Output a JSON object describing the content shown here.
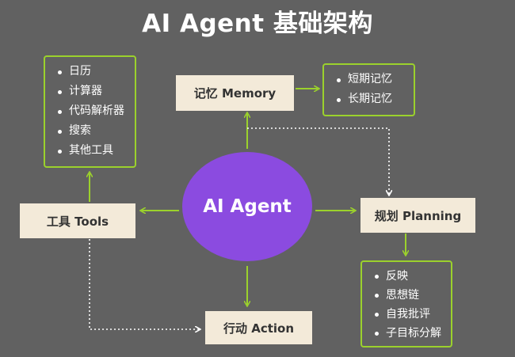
{
  "title": "AI Agent 基础架构",
  "center": {
    "label": "AI Agent"
  },
  "memory": {
    "label": "记忆 Memory",
    "items": [
      "短期记忆",
      "长期记忆"
    ]
  },
  "tools": {
    "label": "工具 Tools",
    "items": [
      "日历",
      "计算器",
      "代码解析器",
      "搜索",
      "其他工具"
    ]
  },
  "planning": {
    "label": "规划 Planning",
    "items": [
      "反映",
      "思想链",
      "自我批评",
      "子目标分解"
    ]
  },
  "action": {
    "label": "行动 Action"
  },
  "colors": {
    "background": "#616161",
    "accent_green": "#9bd12c",
    "node_fill": "#f3ead9",
    "center_fill": "#8b4be0"
  }
}
